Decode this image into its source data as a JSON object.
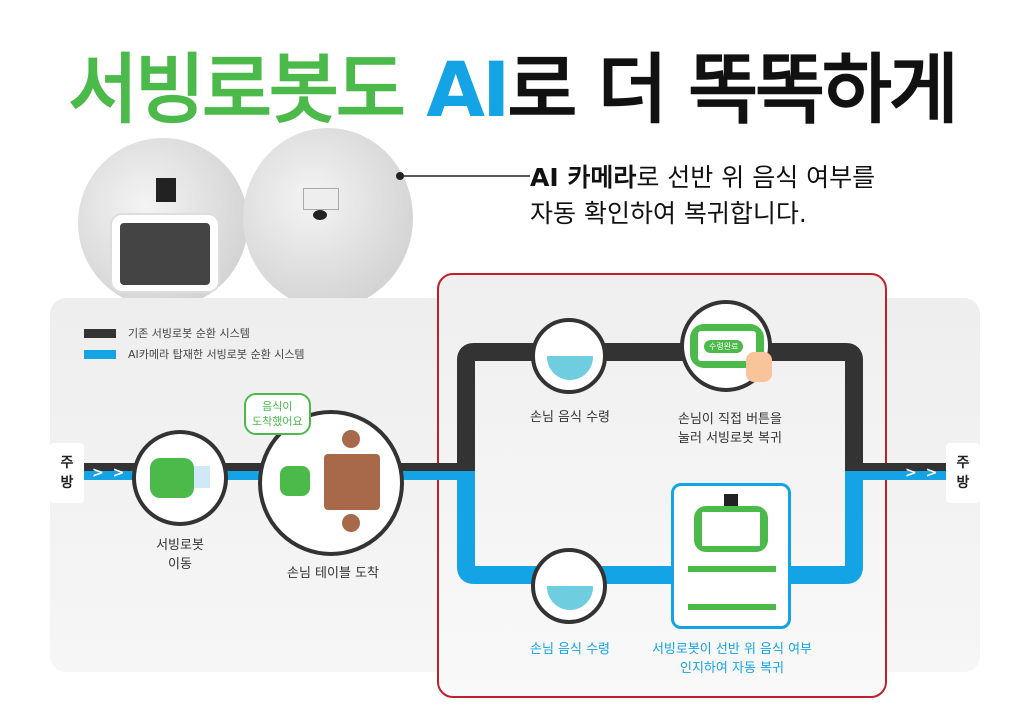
{
  "title": {
    "part1": "서빙로봇도",
    "part2": "AI",
    "part3": "로 더 똑똑하게"
  },
  "callout": {
    "bold": "AI 카메라",
    "line1_rest": "로 선반 위 음식 여부를",
    "line2": "자동 확인하여 복귀합니다."
  },
  "legend": [
    {
      "label": "기존 서빙로봇 순환 시스템",
      "color": "#333333"
    },
    {
      "label": "AI카메라 탑재한 서빙로봇 순환 시스템",
      "color": "#14a4e6"
    }
  ],
  "kitchen_left": "주방",
  "kitchen_right": "주방",
  "steps": {
    "move": "서빙로봇\n이동",
    "arrive": "손님 테이블 도착",
    "bubble": "음식이\n도착했어요",
    "receive_top": "손님 음식 수령",
    "button_return": "손님이 직접 버튼을\n눌러 서빙로봇 복귀",
    "button_label": "수령완료",
    "receive_bottom": "손님 음식 수령",
    "ai_return": "서빙로봇이 선반 위 음식 여부\n인지하여 자동 복귀"
  },
  "colors": {
    "green": "#4cb94b",
    "blue": "#14a4e6",
    "dark": "#333333",
    "red": "#c0202a"
  }
}
